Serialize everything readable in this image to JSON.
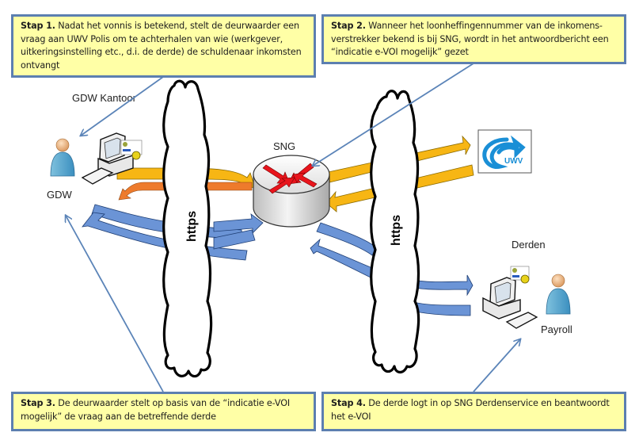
{
  "steps": [
    {
      "label": "Stap 1.",
      "text": " Nadat het vonnis is betekend, stelt de deurwaarder een vraag aan UWV Polis om te achterhalen van wie  (werkgever, uitkeringsinstelling etc., d.i. de derde) de schuldenaar inkomsten ontvangt"
    },
    {
      "label": "Stap 2.",
      "text": " Wanneer het loonheffingennummer van de  inkomens-verstrekker bekend is bij SNG, wordt in het antwoordbericht een “indicatie e-VOI mogelijk” gezet"
    },
    {
      "label": "Stap 3.",
      "text": " De deurwaarder stelt op basis van de “indicatie e-VOI mogelijk” de vraag aan de betreffende derde"
    },
    {
      "label": "Stap 4.",
      "text": " De derde logt in op SNG Derdenservice en beantwoordt het e-VOI"
    }
  ],
  "labels": {
    "gdw_office": "GDW Kantoor",
    "gdw": "GDW",
    "sng": "SNG",
    "cloud_left": "https",
    "cloud_right": "https",
    "third_parties": "Derden",
    "payroll": "Payroll",
    "uwv_logo": "UWV"
  },
  "colors": {
    "note_fill": "#ffffa6",
    "note_border": "#5c7fb0",
    "arrow_yellow": "#f7b614",
    "arrow_orange": "#ee7b2c",
    "arrow_blue": "#6b94d6",
    "leader_line": "#5b84b8",
    "router_arrows": "#e8141c",
    "uwv_blue": "#1a8fd6"
  }
}
